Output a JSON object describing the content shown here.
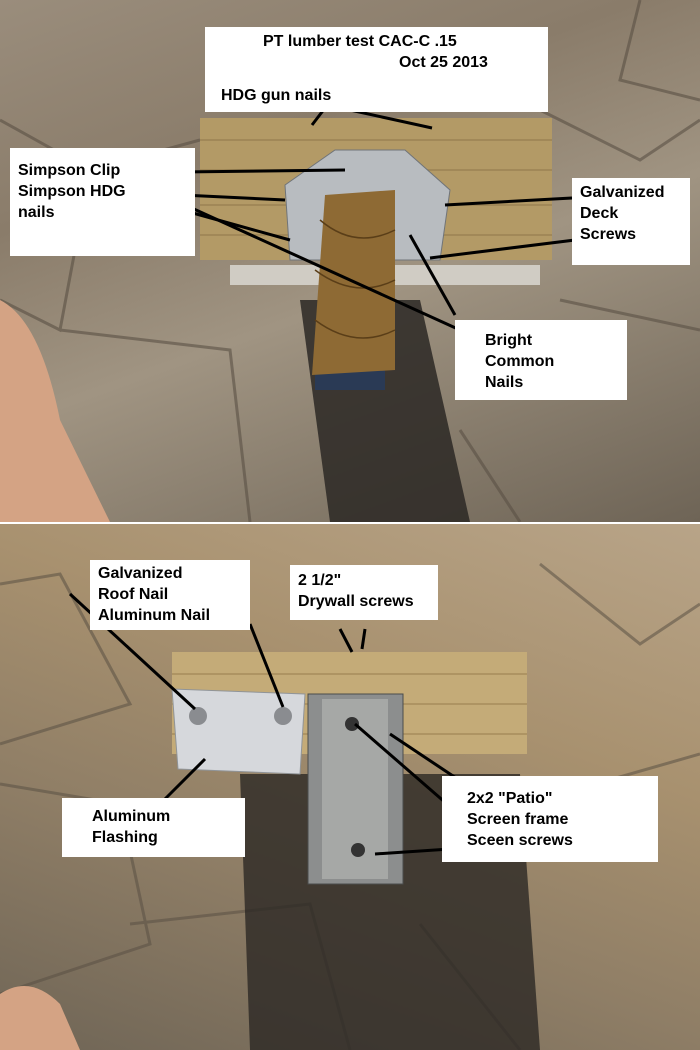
{
  "top_photo": {
    "title_line1": "PT lumber test CAC-C .15",
    "title_line2": "Oct 25 2013",
    "hdg_gun_nails": "HDG gun nails",
    "simpson": [
      "Simpson Clip",
      "Simpson HDG",
      "nails"
    ],
    "deck_screws": [
      "Galvanized",
      "Deck",
      "Screws"
    ],
    "common_nails": [
      "Bright",
      "Common",
      "Nails"
    ]
  },
  "bottom_photo": {
    "roof_nail": [
      "Galvanized",
      "Roof Nail",
      "Aluminum Nail"
    ],
    "drywall": [
      "2 1/2\"",
      "Drywall screws"
    ],
    "flashing": [
      "Aluminum",
      "Flashing"
    ],
    "patio": [
      "2x2 \"Patio\"",
      "Screen frame",
      "Sceen screws"
    ]
  }
}
